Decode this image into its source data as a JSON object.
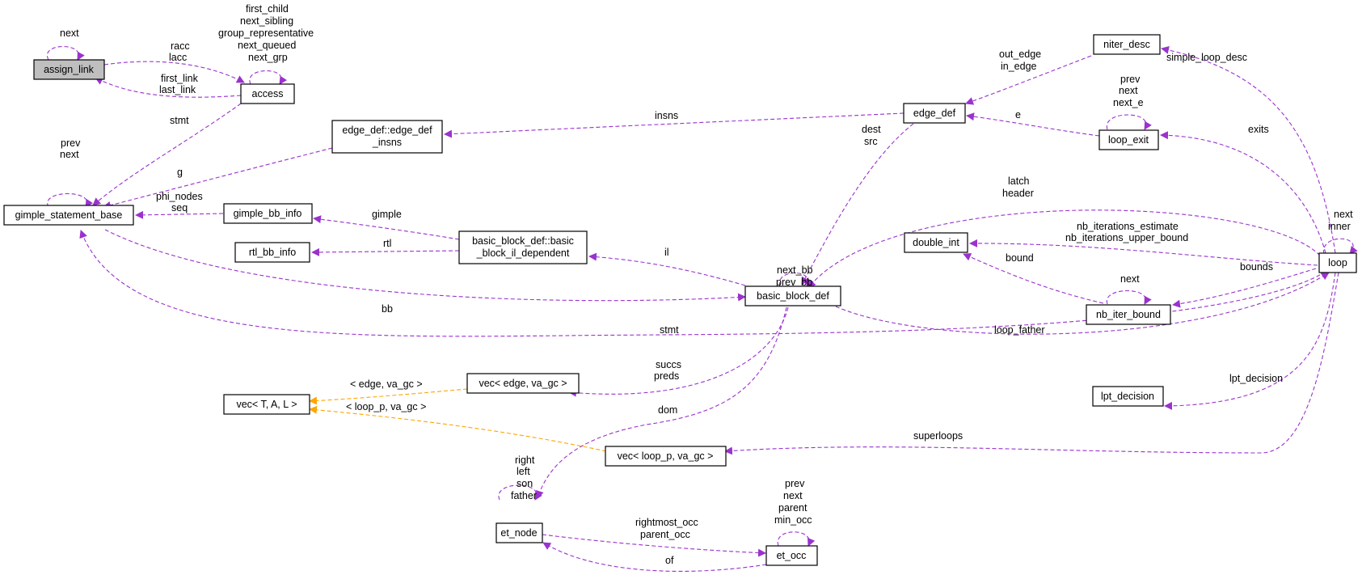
{
  "colors": {
    "member_edge": "#9a32cd",
    "template_edge": "#ffa500",
    "selected_node": "#bfbfbf"
  },
  "nodes": {
    "assign_link": "assign_link",
    "access": "access",
    "gimple_statement_base": "gimple_statement_base",
    "edge_def_insns_1": "edge_def::edge_def",
    "edge_def_insns_2": "_insns",
    "gimple_bb_info": "gimple_bb_info",
    "rtl_bb_info": "rtl_bb_info",
    "bb_il_dep_1": "basic_block_def::basic",
    "bb_il_dep_2": "_block_il_dependent",
    "basic_block_def": "basic_block_def",
    "edge_def": "edge_def",
    "niter_desc": "niter_desc",
    "loop_exit": "loop_exit",
    "double_int": "double_int",
    "nb_iter_bound": "nb_iter_bound",
    "loop": "loop",
    "lpt_decision": "lpt_decision",
    "vec_T_A_L": "vec< T, A, L >",
    "vec_edge": "vec< edge, va_gc >",
    "vec_loop_p": "vec< loop_p, va_gc >",
    "et_node": "et_node",
    "et_occ": "et_occ"
  },
  "edge_labels": {
    "assign_next": "next",
    "racc": "racc",
    "lacc": "lacc",
    "first_link": "first_link",
    "last_link": "last_link",
    "first_child": "first_child",
    "next_sibling": "next_sibling",
    "group_representative": "group_representative",
    "next_queued": "next_queued",
    "next_grp": "next_grp",
    "stmt_access": "stmt",
    "gsb_prev": "prev",
    "gsb_next": "next",
    "g": "g",
    "phi_nodes": "phi_nodes",
    "seq": "seq",
    "gimple": "gimple",
    "rtl": "rtl",
    "il": "il",
    "bb": "bb",
    "stmt_loop": "stmt",
    "insns": "insns",
    "out_edge": "out_edge",
    "in_edge": "in_edge",
    "dest": "dest",
    "src": "src",
    "e": "e",
    "le_prev": "prev",
    "le_next": "next",
    "le_next_e": "next_e",
    "simple_loop_desc": "simple_loop_desc",
    "exits": "exits",
    "latch": "latch",
    "header": "header",
    "next_bb": "next_bb",
    "prev_bb": "prev_bb",
    "nb_iterations_estimate": "nb_iterations_estimate",
    "nb_iterations_upper_bound": "nb_iterations_upper_bound",
    "bound": "bound",
    "nib_next": "next",
    "bounds": "bounds",
    "loop_next": "next",
    "loop_inner": "inner",
    "loop_father": "loop_father",
    "lpt_decision": "lpt_decision",
    "superloops": "superloops",
    "succs": "succs",
    "preds": "preds",
    "dom": "dom",
    "tmpl_edge": "< edge, va_gc >",
    "tmpl_loop_p": "< loop_p, va_gc >",
    "et_right": "right",
    "et_left": "left",
    "et_son": "son",
    "et_father": "father",
    "rightmost_occ": "rightmost_occ",
    "parent_occ": "parent_occ",
    "of": "of",
    "occ_prev": "prev",
    "occ_next": "next",
    "occ_parent": "parent",
    "occ_min_occ": "min_occ"
  }
}
